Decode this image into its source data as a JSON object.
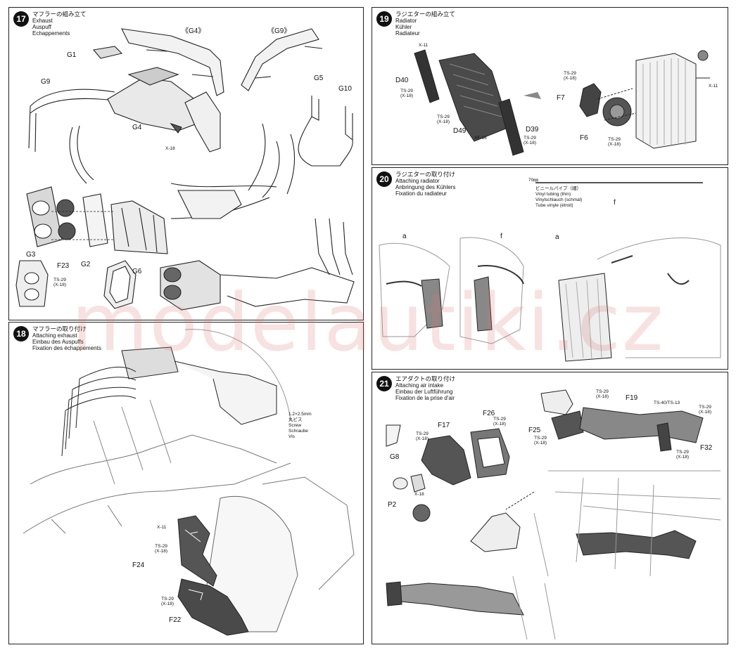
{
  "watermark": "modelautiki.cz",
  "colors": {
    "accent": "#111111",
    "watermark": "#e08a8a"
  },
  "steps": {
    "s17": {
      "num": "17",
      "jp": "マフラーの組み立て",
      "en": "Exhaust",
      "de": "Auspuff",
      "fr": "Echappements",
      "labels": {
        "g4": "《G4》",
        "g9": "《G9》",
        "G1": "G1",
        "G9": "G9",
        "G4": "G4",
        "G5": "G5",
        "G10": "G10",
        "x18": "X-18",
        "G3": "G3",
        "F23": "F23",
        "G2": "G2",
        "G6": "G6",
        "ts29": "TS-29\n(X-18)"
      }
    },
    "s18": {
      "num": "18",
      "jp": "マフラーの取り付け",
      "en": "Attaching exhaust",
      "de": "Einbau des Auspuffs",
      "fr": "Fixation des échappements",
      "screw": {
        "size": "1.2×2.5mm",
        "jp": "丸ビス",
        "en": "Screw",
        "de": "Schraube",
        "fr": "Vis"
      },
      "labels": {
        "x11": "X-11",
        "ts29": "TS-29\n(X-18)",
        "F24": "F24",
        "ts29b": "TS-29\n(X-18)",
        "F22": "F22"
      }
    },
    "s19": {
      "num": "19",
      "jp": "ラジエターの組み立て",
      "en": "Radiator",
      "de": "Kühler",
      "fr": "Radiateur",
      "labels": {
        "x11": "X-11",
        "D40": "D40",
        "ts29a": "TS-29\n(X-18)",
        "ts29b": "TS-29\n(X-18)",
        "D49": "D49",
        "xf16": "XF-16",
        "D39": "D39",
        "ts29c": "TS-29\n(X-18)",
        "ts29d": "TS-29\n(X-18)",
        "F7": "F7",
        "F6": "F6",
        "ts29e": "TS-29\n(X-18)",
        "x11b": "X-11"
      }
    },
    "s20": {
      "num": "20",
      "jp": "ラジエターの取り付け",
      "en": "Attaching radiator",
      "de": "Anbringung des Kühlers",
      "fr": "Fixation du radiateur",
      "tube": {
        "size": "70㎜",
        "jp": "ビニールパイプ（細）",
        "en": "Vinyl tubing (thin)",
        "de": "Vinylschlauch (schmal)",
        "fr": "Tube vinyle (étroit)"
      },
      "labels": {
        "a1": "a",
        "f1": "f",
        "f2": "f",
        "a2": "a"
      }
    },
    "s21": {
      "num": "21",
      "jp": "エアダクトの取り付け",
      "en": "Attaching air intake",
      "de": "Einbau der Luftführung",
      "fr": "Fixation de la prise d'air",
      "labels": {
        "F26": "F26",
        "ts29a": "TS-29\n(X-18)",
        "F17": "F17",
        "ts29b": "TS-29\n(X-18)",
        "G8": "G8",
        "x18": "X-18",
        "P2": "P2",
        "ts29c": "TS-29\n(X-18)",
        "F19": "F19",
        "ts40": "TS-40/TS-13",
        "ts29d": "TS-29\n(X-18)",
        "F25": "F25",
        "ts29e": "TS-29\n(X-18)",
        "F32": "F32",
        "ts29f": "TS-29\n(X-18)"
      }
    }
  }
}
